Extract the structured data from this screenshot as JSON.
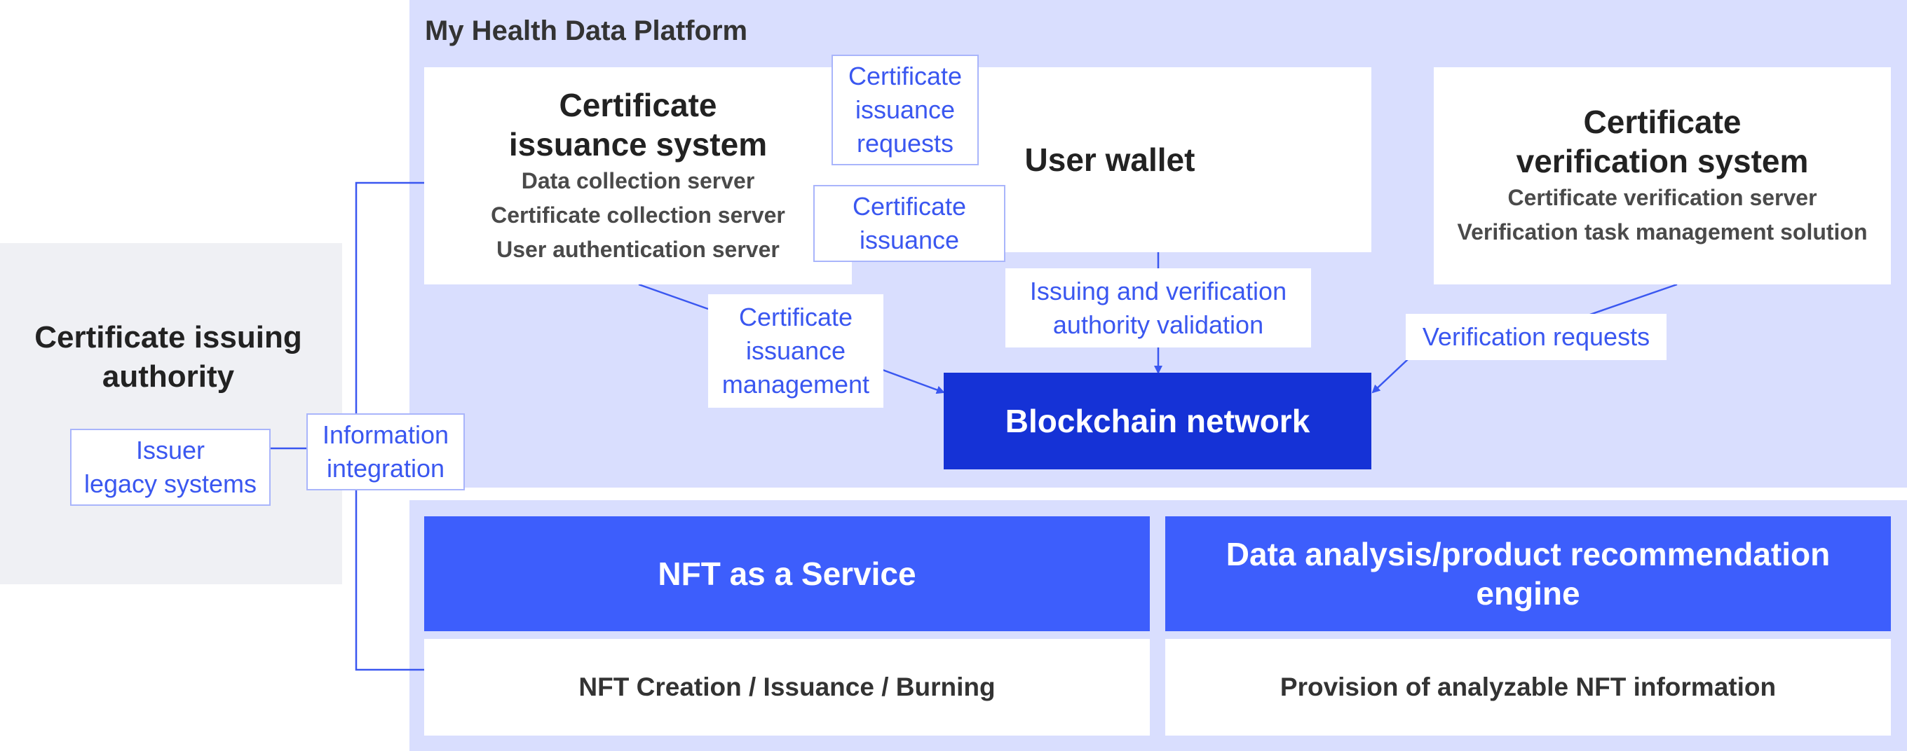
{
  "platform": {
    "title": "My Health Data Platform"
  },
  "authority": {
    "title_lines": [
      "Certificate issuing",
      "authority"
    ]
  },
  "issuance_system": {
    "title_lines": [
      "Certificate",
      "issuance system"
    ],
    "servers": [
      "Data collection server",
      "Certificate collection server",
      "User authentication server"
    ]
  },
  "user_wallet": {
    "title": "User wallet"
  },
  "verification_system": {
    "title_lines": [
      "Certificate",
      "verification system"
    ],
    "servers": [
      "Certificate verification server",
      "Verification task management solution"
    ]
  },
  "blockchain": {
    "title": "Blockchain network"
  },
  "labels": {
    "issuance_requests": [
      "Certificate",
      "issuance",
      "requests"
    ],
    "certificate_issuance": [
      "Certificate",
      "issuance"
    ],
    "authority_validation": [
      "Issuing and verification",
      "authority validation"
    ],
    "issuance_management": [
      "Certificate",
      "issuance",
      "management"
    ],
    "verification_requests": "Verification requests",
    "information_integration": [
      "Information",
      "integration"
    ],
    "legacy_systems": [
      "Issuer",
      "legacy systems"
    ]
  },
  "services": [
    {
      "title_lines": [
        "NFT as a Service"
      ],
      "detail": "NFT Creation / Issuance / Burning"
    },
    {
      "title_lines": [
        "Data analysis/product recommendation",
        "engine"
      ],
      "detail": "Provision of analyzable NFT information"
    }
  ],
  "colors": {
    "platform_bg": "#d9defe",
    "authority_bg": "#eff0f4",
    "blockchain": "#1532d6",
    "service": "#3d5efc",
    "accent_text": "#3a57f0"
  }
}
